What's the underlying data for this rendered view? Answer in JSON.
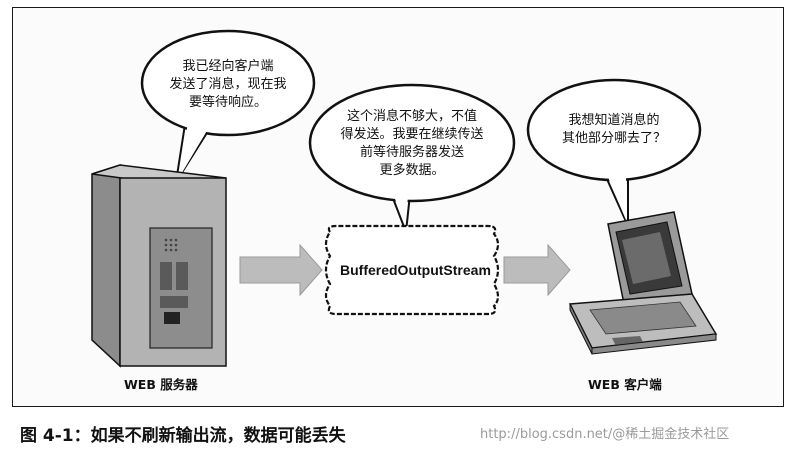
{
  "bubbles": {
    "server": "我已经向客户端\n发送了消息，现在我\n要等待响应。",
    "stream": "这个消息不够大，不值\n得发送。我要在继续传送\n前等待服务器发送\n更多数据。",
    "client": "我想知道消息的\n其他部分哪去了？"
  },
  "labels": {
    "server": "WEB 服务器",
    "stream": "BufferedOutputStream",
    "client": "WEB 客户端"
  },
  "caption": "图 4-1：如果不刷新输出流，数据可能丢失",
  "watermark": "http://blog.csdn.net/@稀土掘金技术社区"
}
